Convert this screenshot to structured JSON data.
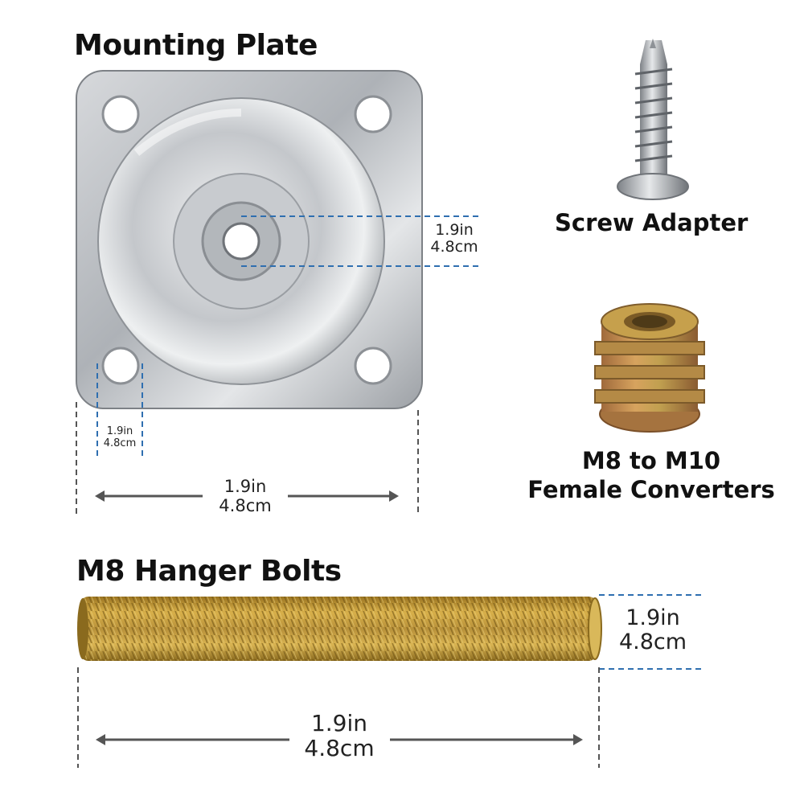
{
  "titles": {
    "mounting_plate": "Mounting Plate",
    "hanger_bolts": "M8 Hanger Bolts"
  },
  "labels": {
    "screw_adapter": "Screw Adapter",
    "converters_line1": "M8 to M10",
    "converters_line2": "Female Converters"
  },
  "dimensions": {
    "plate_center_hole": {
      "imperial": "1.9in",
      "metric": "4.8cm"
    },
    "plate_corner_hole": {
      "imperial": "1.9in",
      "metric": "4.8cm"
    },
    "plate_width": {
      "imperial": "1.9in",
      "metric": "4.8cm"
    },
    "bolt_diameter": {
      "imperial": "1.9in",
      "metric": "4.8cm"
    },
    "bolt_length": {
      "imperial": "1.9in",
      "metric": "4.8cm"
    }
  },
  "colors": {
    "guide_blue": "#2f6fb0",
    "guide_gray": "#555555",
    "steel": "#c9ccd0",
    "brass": "#c89a32"
  },
  "icons": [
    "mounting-plate-image",
    "screw-image",
    "threaded-insert-image",
    "hanger-bolt-image"
  ]
}
